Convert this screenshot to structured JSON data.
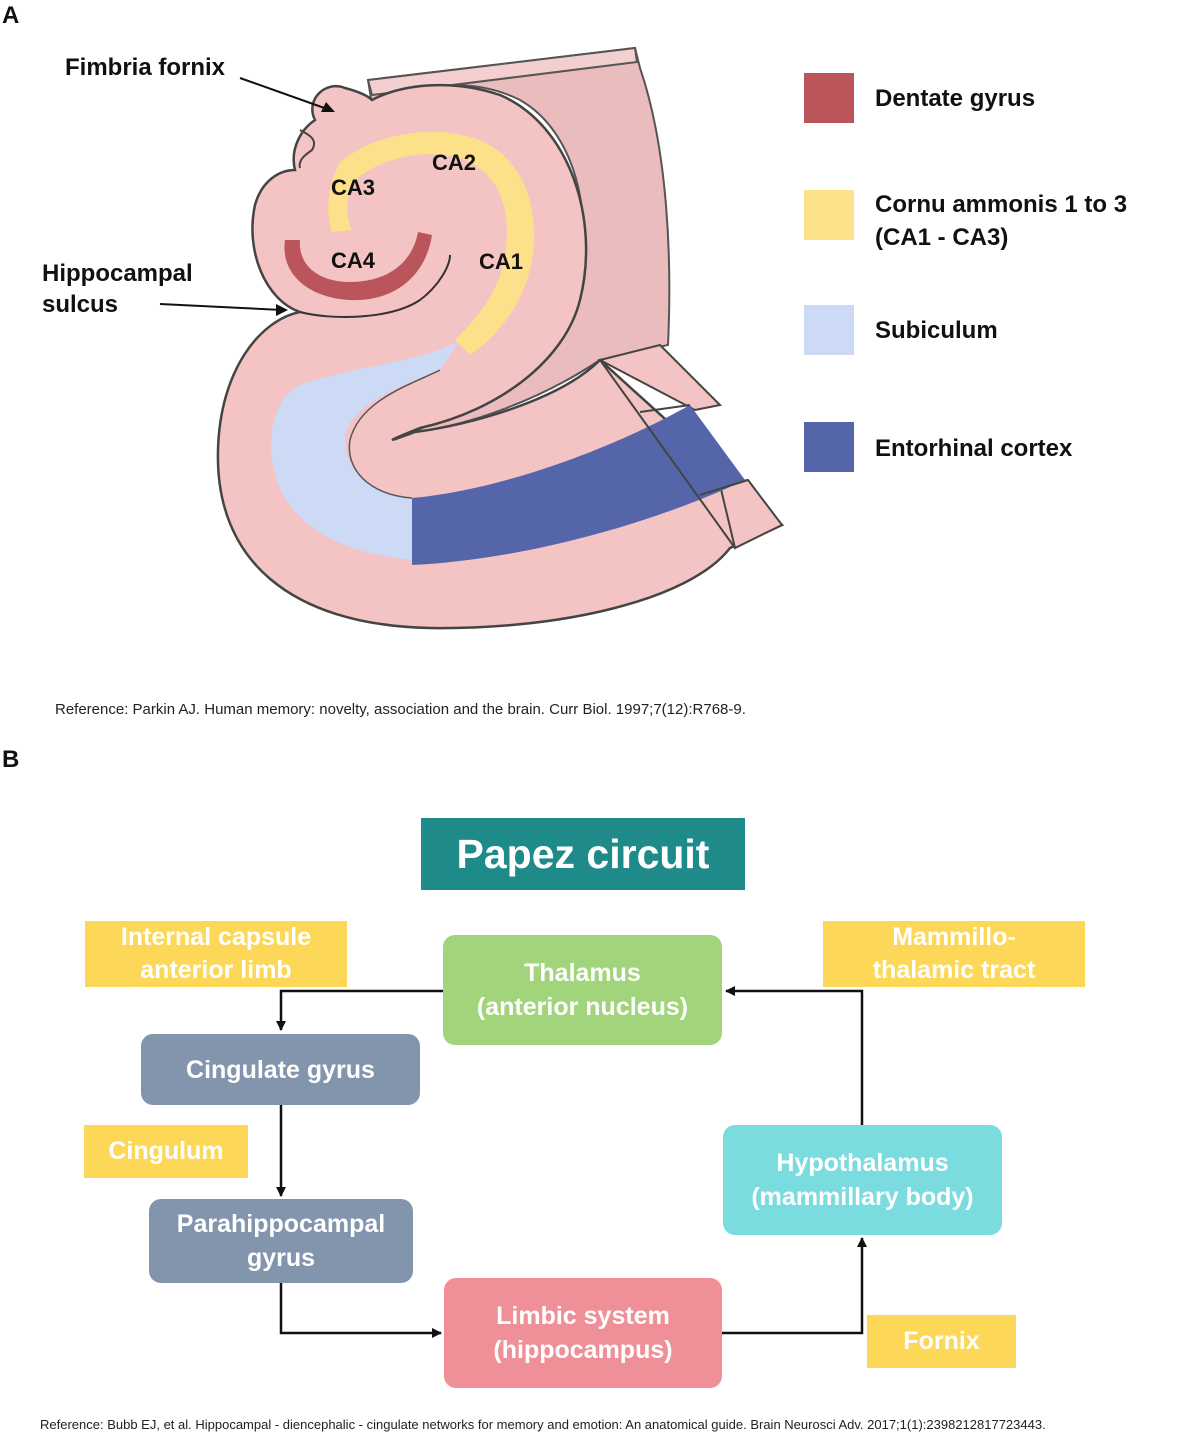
{
  "panel_a": {
    "letter": "A",
    "labels": {
      "fimbria_fornix": "Fimbria fornix",
      "hippocampal_sulcus_line1": "Hippocampal",
      "hippocampal_sulcus_line2": "sulcus",
      "ca1": "CA1",
      "ca2": "CA2",
      "ca3": "CA3",
      "ca4": "CA4"
    },
    "legend": [
      {
        "label": "Dentate gyrus",
        "color": "#b9555b"
      },
      {
        "label": "Cornu ammonis 1 to 3",
        "label2": "(CA1 - CA3)",
        "color": "#fce08a"
      },
      {
        "label": "Subiculum",
        "color": "#ccdaf6"
      },
      {
        "label": "Entorhinal cortex",
        "color": "#5465a9"
      }
    ],
    "reference": "Reference: Parkin AJ. Human memory: novelty, association and the brain. Curr Biol. 1997;7(12):R768-9."
  },
  "panel_b": {
    "letter": "B",
    "title": "Papez circuit",
    "nodes": {
      "thalamus": {
        "line1": "Thalamus",
        "line2": "(anterior nucleus)",
        "color": "#a2d47b"
      },
      "cingulate": {
        "line1": "Cingulate gyrus",
        "color": "#8394ad"
      },
      "parahippocampal": {
        "line1": "Parahippocampal",
        "line2": "gyrus",
        "color": "#8394ad"
      },
      "limbic": {
        "line1": "Limbic system",
        "line2": "(hippocampus)",
        "color": "#ef8f97"
      },
      "hypothalamus": {
        "line1": "Hypothalamus",
        "line2": "(mammillary body)",
        "color": "#7bdcdf"
      }
    },
    "pathways": {
      "internal_capsule": {
        "line1": "Internal capsule",
        "line2": "anterior limb"
      },
      "mammillothalamic": {
        "line1": "Mammillo-",
        "line2": "thalamic tract"
      },
      "cingulum": {
        "line1": "Cingulum"
      },
      "fornix": {
        "line1": "Fornix"
      }
    },
    "reference": "Reference: Bubb EJ, et al. Hippocampal - diencephalic - cingulate networks for memory and emotion: An anatomical guide. Brain Neurosci Adv. 2017;1(1):2398212817723443."
  }
}
